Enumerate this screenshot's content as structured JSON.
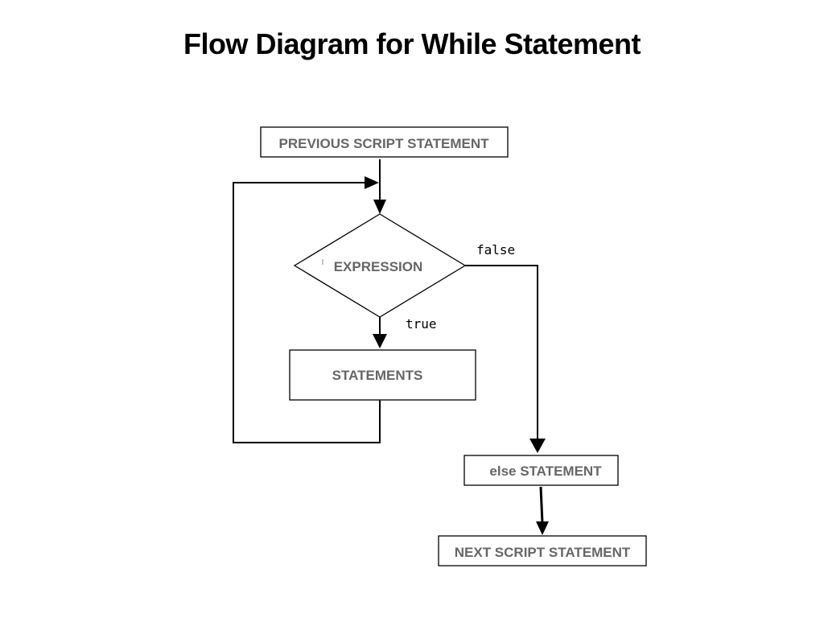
{
  "title": "Flow Diagram for While Statement",
  "nodes": {
    "previous": "PREVIOUS SCRIPT STATEMENT",
    "expression": "EXPRESSION",
    "statements": "STATEMENTS",
    "else_statement": "else STATEMENT",
    "next": "NEXT SCRIPT STATEMENT"
  },
  "edges": {
    "false_label": "false",
    "true_label": "true"
  }
}
